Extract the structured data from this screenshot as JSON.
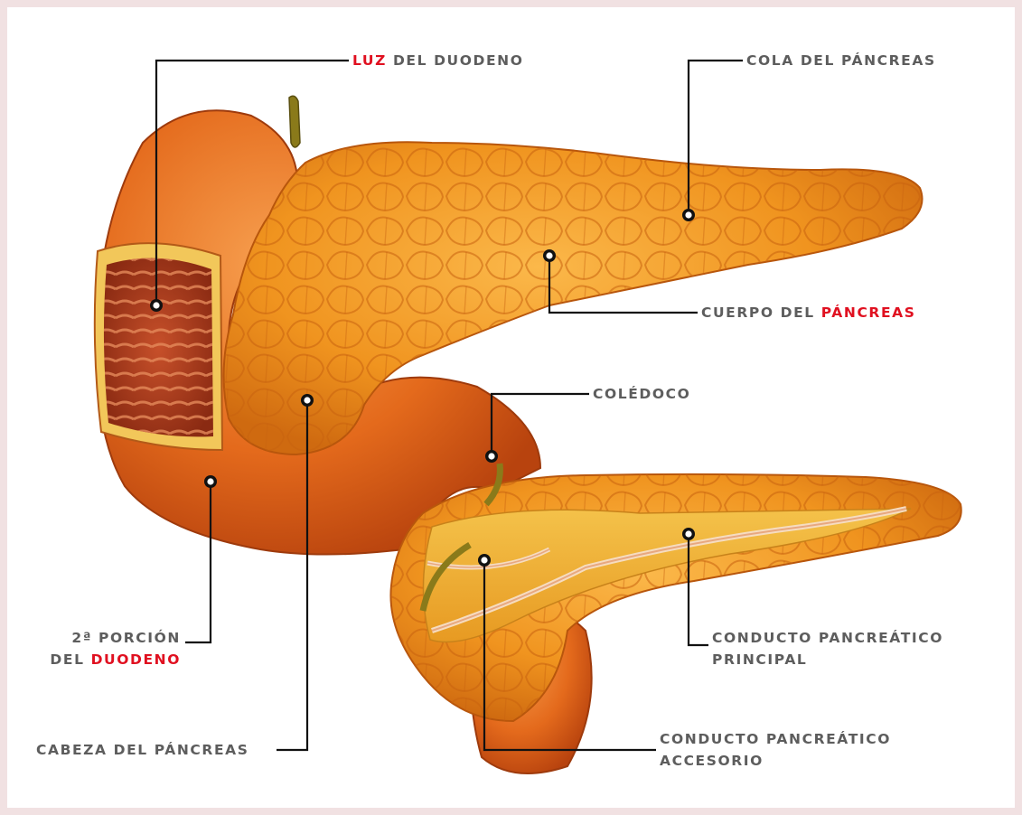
{
  "background_color": "#f1e1e2",
  "label_color": "#5d5d5d",
  "highlight_color": "#e01020",
  "labels": {
    "luz": {
      "highlight": "LUZ",
      "rest": " DEL DUODENO"
    },
    "cola": {
      "text": "COLA DEL PÁNCREAS"
    },
    "cuerpo": {
      "text": "CUERPO DEL ",
      "highlight": "PÁNCREAS"
    },
    "coledoco": {
      "text": "COLÉDOCO"
    },
    "segunda": {
      "line1": "2ª PORCIÓN",
      "line2_prefix": "DEL ",
      "line2_highlight": "DUODENO"
    },
    "principal": {
      "line1": "CONDUCTO PANCREÁTICO",
      "line2": "PRINCIPAL"
    },
    "cabeza": {
      "text": "CABEZA DEL PÁNCREAS"
    },
    "accesorio": {
      "line1": "CONDUCTO PANCREÁTICO",
      "line2": "ACCESORIO"
    }
  }
}
